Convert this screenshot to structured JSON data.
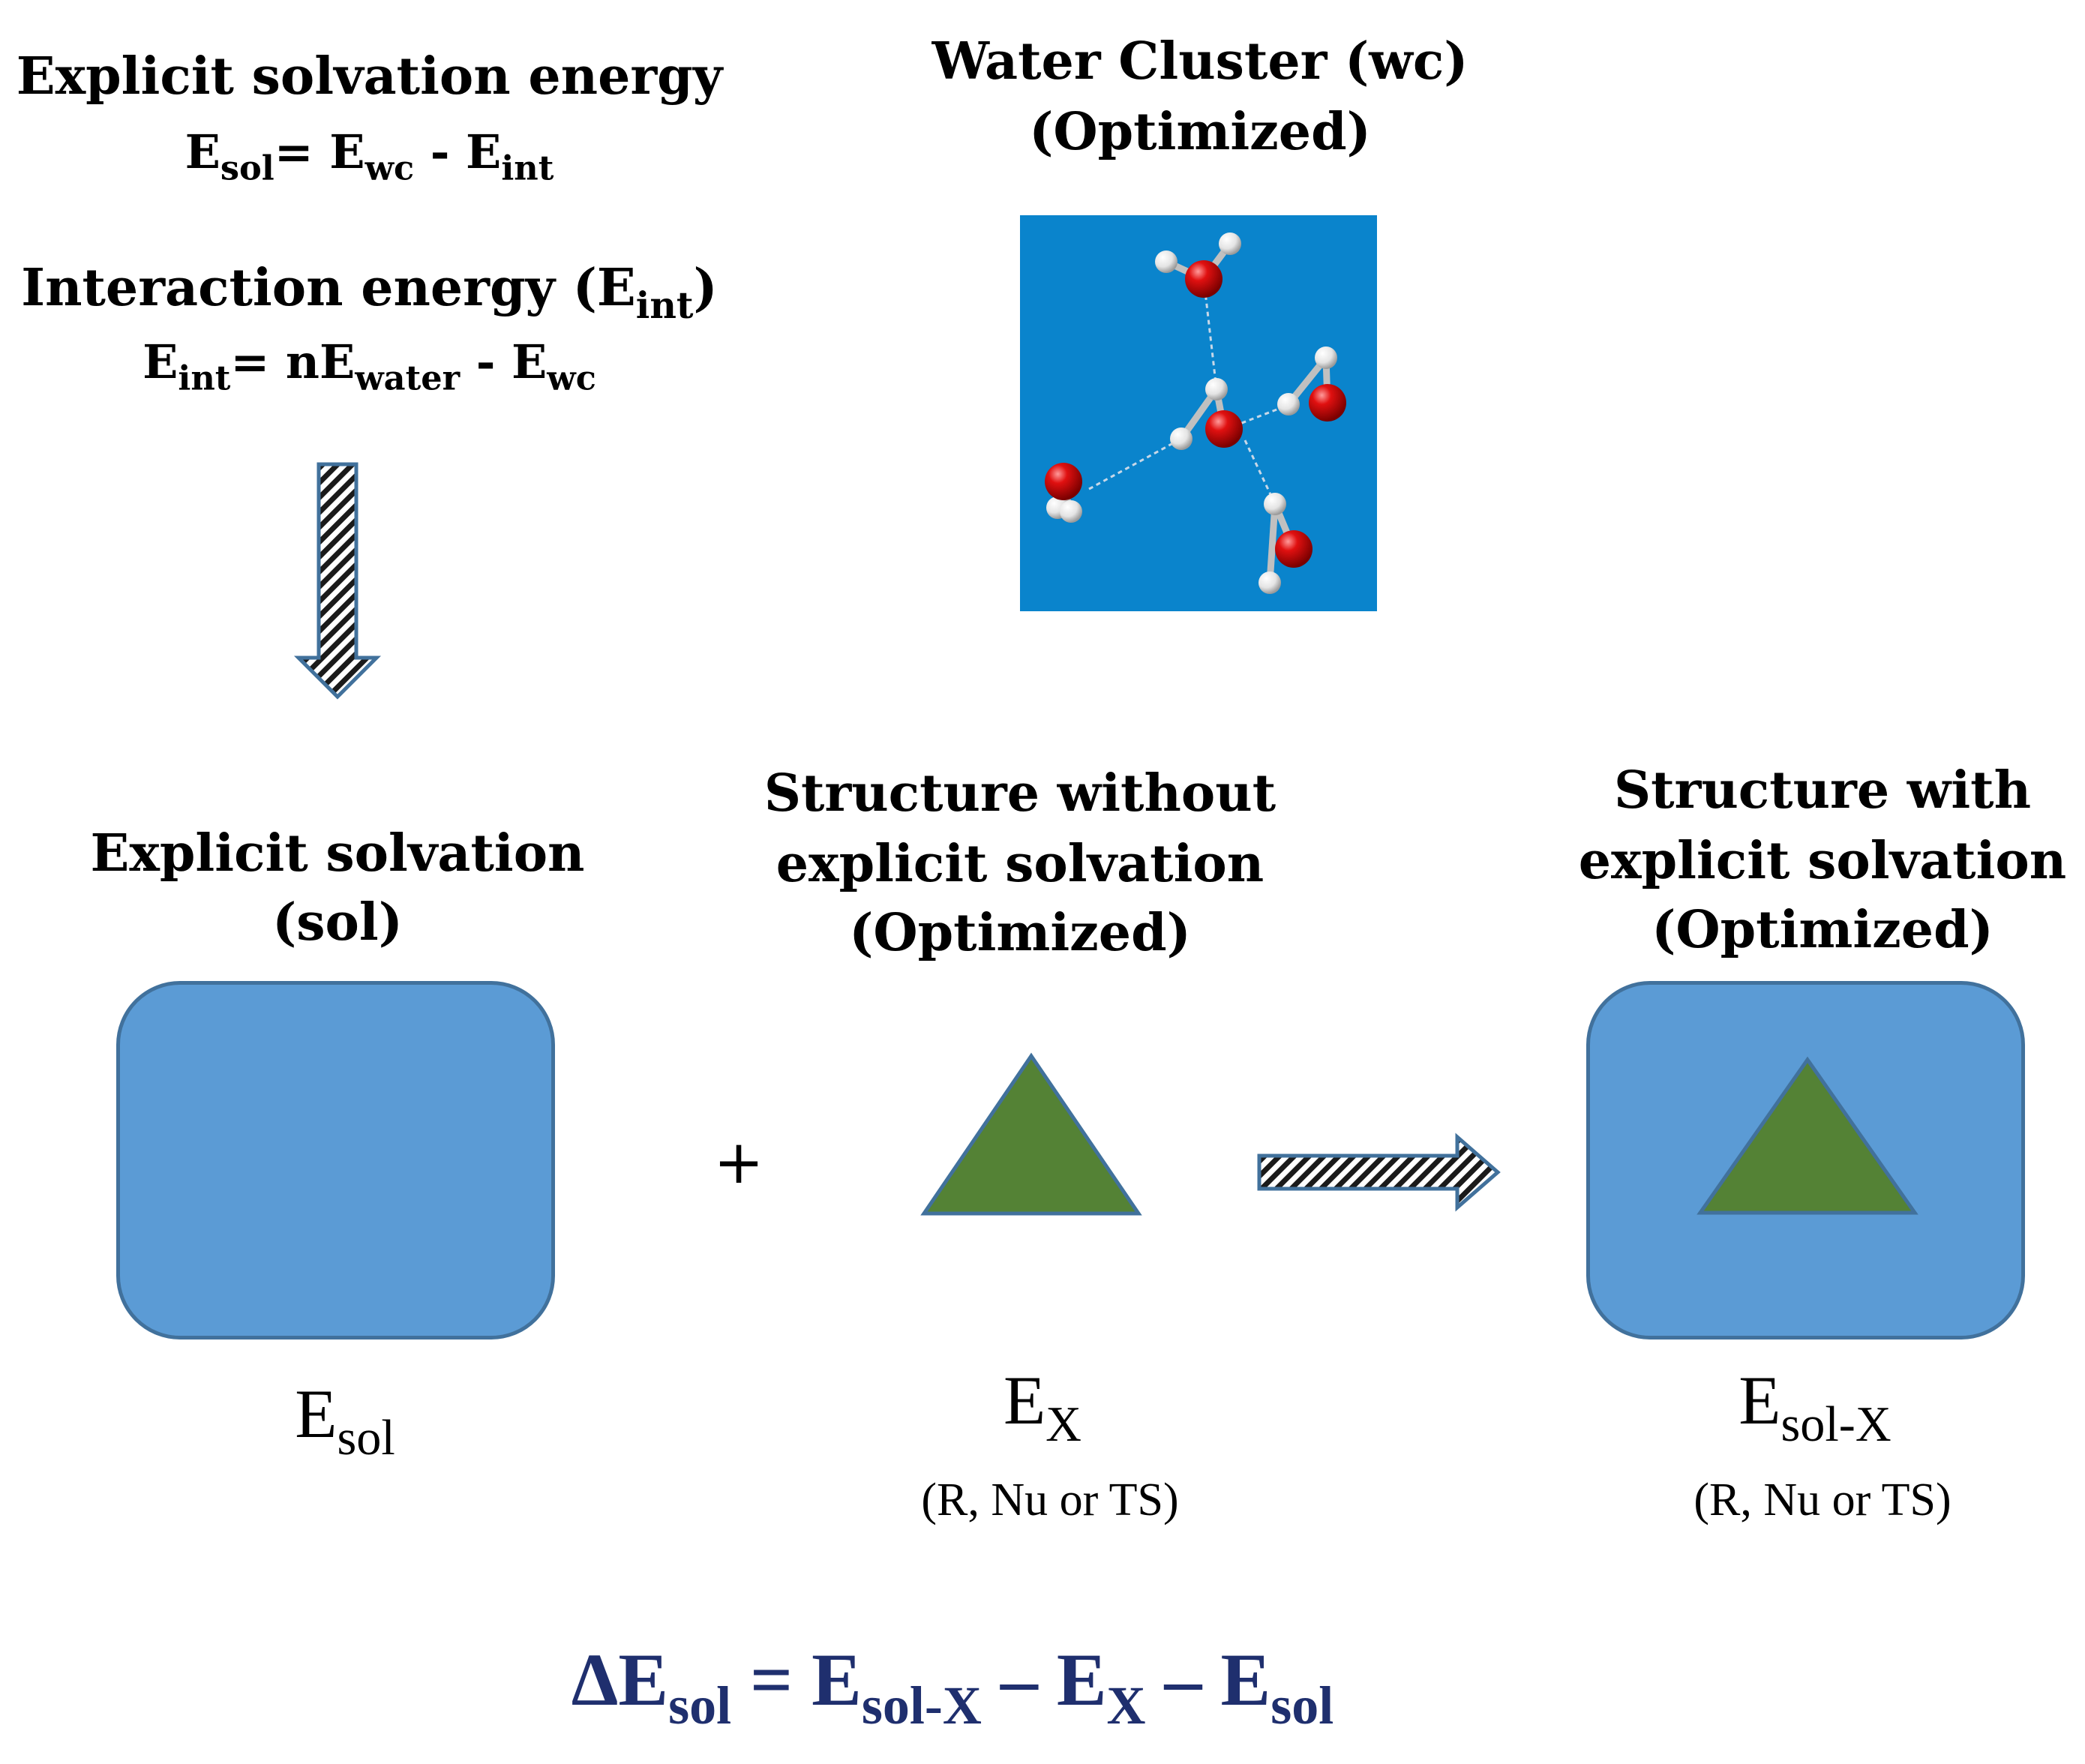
{
  "top_left": {
    "title": "Explicit solvation energy",
    "esol_eq": {
      "e1": "E",
      "s1": "sol",
      "mid": "= E",
      "s2": "wc",
      "minus": " - E",
      "s3": "int"
    },
    "int_title": {
      "text": "Interaction energy (E",
      "sub": "int",
      "close": ")"
    },
    "eint_eq": {
      "e1": "E",
      "s1": "int",
      "mid": "= nE",
      "s2": "water",
      "minus": " - E",
      "s3": "wc"
    }
  },
  "water_cluster": {
    "title_line1": "Water Cluster (wc)",
    "title_line2": "(Optimized)",
    "image_bg": "#0a84cc",
    "icon": "water-cluster-molecule"
  },
  "panels": {
    "sol": {
      "line1": "Explicit solvation",
      "line2": "(sol)",
      "label_main": "E",
      "label_sub": "sol"
    },
    "x": {
      "line1": "Structure without",
      "line2": "explicit solvation",
      "line3": "(Optimized)",
      "label_main": "E",
      "label_sub": "X",
      "note": "(R, Nu or TS)"
    },
    "solx": {
      "line1": "Structure with",
      "line2": "explicit solvation",
      "line3": "(Optimized)",
      "label_main": "E",
      "label_sub": "sol-X",
      "note": "(R, Nu or TS)"
    }
  },
  "plus_sign": "+",
  "formula": {
    "delta": "ΔE",
    "s0": "sol",
    "eq": " = E",
    "s1": "sol-X",
    "m1": " – E",
    "s2": "X",
    "m2": " – E",
    "s3": "sol"
  },
  "colors": {
    "box_fill": "#5b9bd5",
    "box_border": "#41719c",
    "triangle_fill": "#548235",
    "formula_color": "#1f2f6e"
  }
}
